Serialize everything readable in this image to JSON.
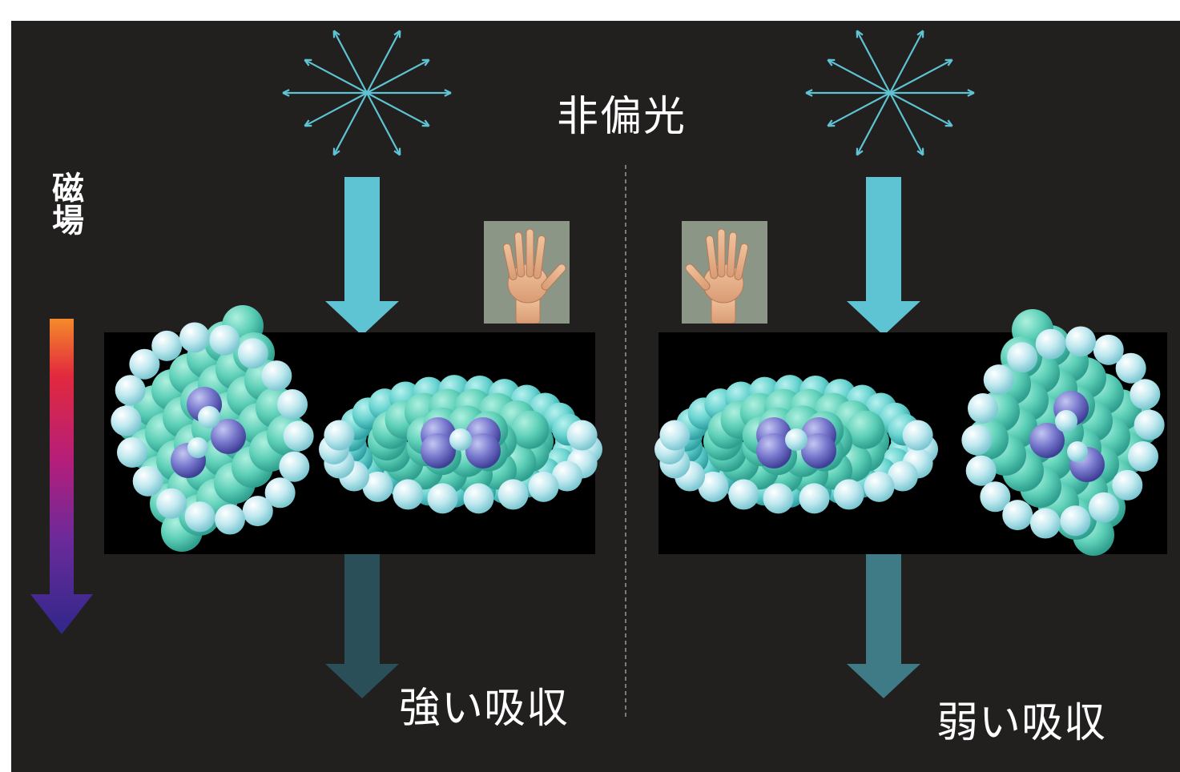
{
  "title": "非偏光",
  "field_label": "磁場",
  "left": {
    "absorption_label": "強い吸収"
  },
  "right": {
    "absorption_label": "弱い吸収"
  },
  "colors": {
    "background": "#221f1f",
    "light_blue": "#5ec3d3",
    "molecule_teal": "#5fd0b8",
    "molecule_blue": "#6f72c8",
    "gradient_top": "#f58a2a",
    "gradient_mid": "#d21f5c",
    "gradient_bottom": "#30288a"
  },
  "icons": [
    "unpolarized-light-symbol",
    "down-arrow",
    "hand-palm",
    "molecule-model",
    "magnetic-field-arrow"
  ]
}
